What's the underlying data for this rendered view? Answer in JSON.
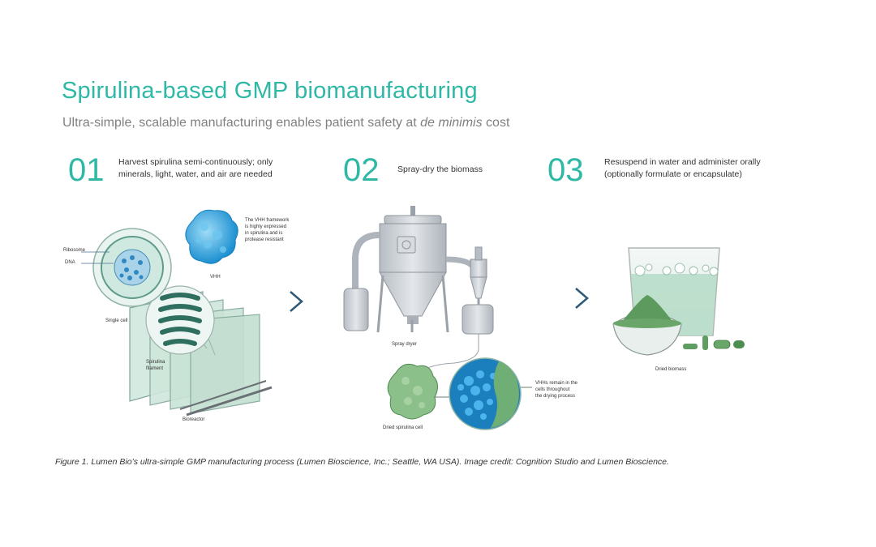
{
  "title": "Spirulina-based GMP biomanufacturing",
  "subtitle_pre": "Ultra-simple, scalable manufacturing enables patient safety at ",
  "subtitle_italic": "de minimis",
  "subtitle_post": " cost",
  "steps": [
    {
      "number": "01",
      "line1": "Harvest spirulina semi-continuously; only",
      "line2": "minerals, light, water, and air are needed"
    },
    {
      "number": "02",
      "line1": "Spray-dry the biomass",
      "line2": ""
    },
    {
      "number": "03",
      "line1": "Resuspend in water and administer orally",
      "line2": "(optionally formulate or encapsulate)"
    }
  ],
  "labels": {
    "ribosome": "Ribosome",
    "dna": "DNA",
    "vhh_note_1": "The VHH framework",
    "vhh_note_2": "is highly expressed",
    "vhh_note_3": "in spirulina and is",
    "vhh_note_4": "protease resistant",
    "vhh": "VHH",
    "single_cell": "Single cell",
    "filament_1": "Spirulina",
    "filament_2": "filament",
    "bioreactor": "Bioreactor",
    "spray_dryer": "Spray dryer",
    "dried_cell": "Dried spirulina cell",
    "vhhs_remain_1": "VHHs remain in the",
    "vhhs_remain_2": "cells throughout",
    "vhhs_remain_3": "the drying process",
    "dried_biomass": "Dried biomass"
  },
  "caption": "Figure 1. Lumen Bio’s ultra-simple GMP manufacturing process (Lumen Bioscience, Inc.; Seattle, WA USA). Image credit: Cognition Studio and Lumen Bioscience.",
  "colors": {
    "accent": "#2fb8a6",
    "arrow": "#2d5a78",
    "equipment": "#c9ced4",
    "green": "#6aa56a",
    "blue_protein": "#35a6e3"
  }
}
